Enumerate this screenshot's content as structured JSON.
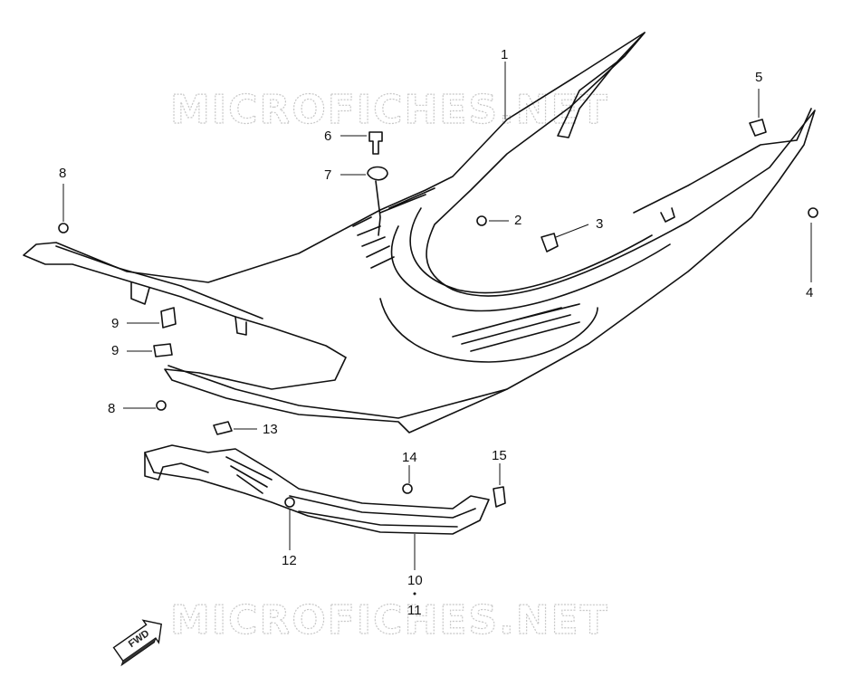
{
  "watermark": {
    "text": "MICROFICHES.NET"
  },
  "direction_arrow": {
    "label": "FWD"
  },
  "callouts": {
    "c1": "1",
    "c2": "2",
    "c3": "3",
    "c4": "4",
    "c5": "5",
    "c6": "6",
    "c7": "7",
    "c8a": "8",
    "c8b": "8",
    "c9a": "9",
    "c9b": "9",
    "c10": "10",
    "c11": "11",
    "c12": "12",
    "c13": "13",
    "c14": "14",
    "c15": "15"
  }
}
